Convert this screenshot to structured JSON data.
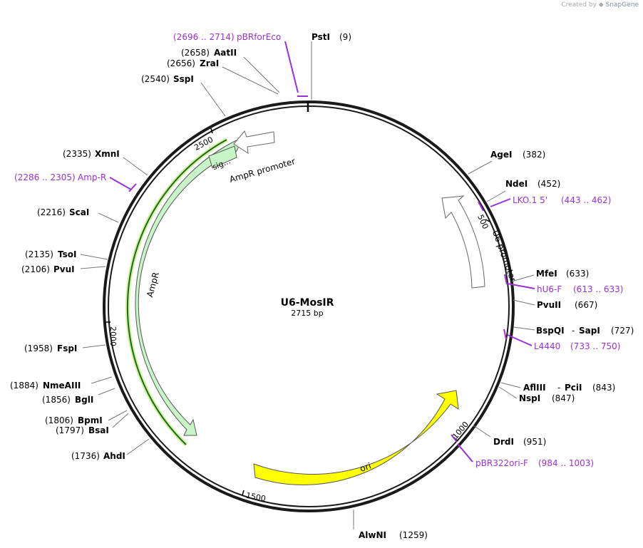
{
  "credit": {
    "prefix": "Created by",
    "brand": "SnapGene"
  },
  "plasmid": {
    "name": "U6-MosIR",
    "length_label": "2715 bp"
  },
  "colors": {
    "primer": "#9b30d9",
    "site_line": "#777777",
    "backbone": "#1a1a1a",
    "feature_green": "#c8f5c8",
    "feature_yellow": "#ffff00"
  },
  "ticks": [
    {
      "label": "500"
    },
    {
      "label": "1000"
    },
    {
      "label": "1500"
    },
    {
      "label": "2000"
    },
    {
      "label": "2500"
    }
  ],
  "sites": [
    {
      "name": "PstI",
      "pos": "(9)"
    },
    {
      "name": "AgeI",
      "pos": "(382)"
    },
    {
      "name": "NdeI",
      "pos": "(452)"
    },
    {
      "name": "MfeI",
      "pos": "(633)"
    },
    {
      "name": "PvuII",
      "pos": "(667)"
    },
    {
      "name": "BspQI",
      "sep": "-",
      "name2": "SapI",
      "pos": "(727)"
    },
    {
      "name": "AflIII",
      "sep": "-",
      "name2": "PciI",
      "pos": "(843)"
    },
    {
      "name": "NspI",
      "pos": "(847)"
    },
    {
      "name": "DrdI",
      "pos": "(951)"
    },
    {
      "name": "AlwNI",
      "pos": "(1259)"
    },
    {
      "name": "AatII",
      "pos": "(2658)"
    },
    {
      "name": "ZraI",
      "pos": "(2656)"
    },
    {
      "name": "SspI",
      "pos": "(2540)"
    },
    {
      "name": "XmnI",
      "pos": "(2335)"
    },
    {
      "name": "ScaI",
      "pos": "(2216)"
    },
    {
      "name": "TsoI",
      "pos": "(2135)"
    },
    {
      "name": "PvuI",
      "pos": "(2106)"
    },
    {
      "name": "FspI",
      "pos": "(1958)"
    },
    {
      "name": "NmeAIII",
      "pos": "(1884)"
    },
    {
      "name": "BglI",
      "pos": "(1856)"
    },
    {
      "name": "BpmI",
      "pos": "(1806)"
    },
    {
      "name": "BsaI",
      "pos": "(1797)"
    },
    {
      "name": "AhdI",
      "pos": "(1736)"
    }
  ],
  "primers": [
    {
      "name": "pBRforEco",
      "range": "(2696 .. 2714)"
    },
    {
      "name": "LKO.1 5'",
      "range": "(443 .. 462)"
    },
    {
      "name": "hU6-F",
      "range": "(613 .. 633)"
    },
    {
      "name": "L4440",
      "range": "(733 .. 750)"
    },
    {
      "name": "pBR322ori-F",
      "range": "(984 .. 1003)"
    },
    {
      "name": "Amp-R",
      "range": "(2286 .. 2305)"
    }
  ],
  "features": [
    {
      "name": "U6 promoter"
    },
    {
      "name": "ori"
    },
    {
      "name": "AmpR"
    },
    {
      "name": "AmpR promoter"
    },
    {
      "name": "sig..."
    }
  ]
}
